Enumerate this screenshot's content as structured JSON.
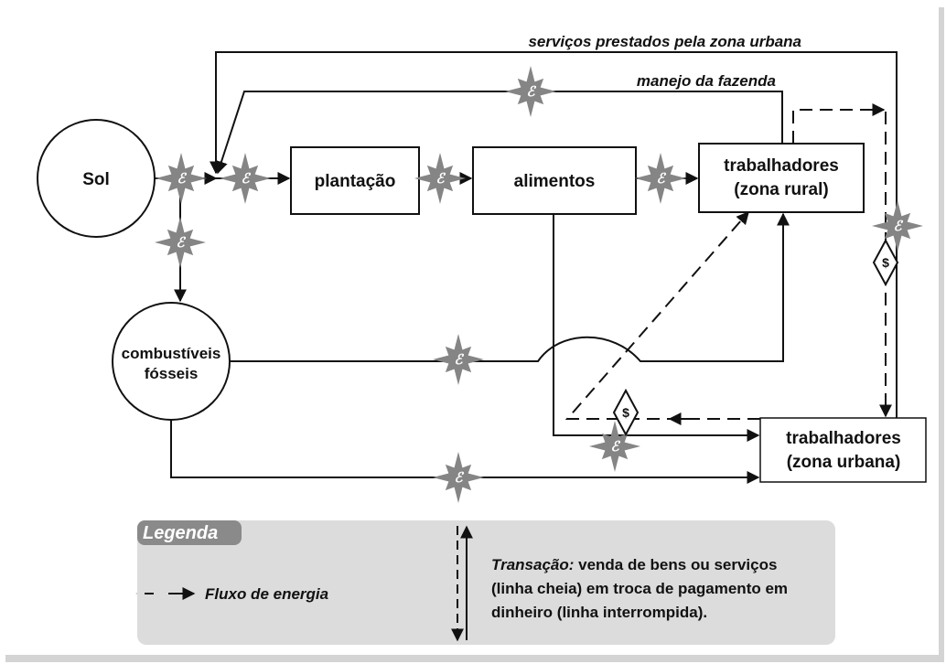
{
  "nodes": {
    "sol": "Sol",
    "combustiveis_line1": "combustíveis",
    "combustiveis_line2": "fósseis",
    "plantacao": "plantação",
    "alimentos": "alimentos",
    "trab_rural_line1": "trabalhadores",
    "trab_rural_line2": "(zona rural)",
    "trab_urbana_line1": "trabalhadores",
    "trab_urbana_line2": "(zona urbana)"
  },
  "flows": {
    "servicos_urbana": "serviços prestados pela zona urbana",
    "manejo_fazenda": "manejo da fazenda"
  },
  "symbols": {
    "energy": "ℰ",
    "money": "$"
  },
  "legend": {
    "title": "Legenda",
    "energy_flow": "Fluxo de energia",
    "transaction_term": "Transação:",
    "transaction_line1_rest": " venda de bens ou serviços",
    "transaction_line2": "(linha cheia) em troca de pagamento em",
    "transaction_line3": "dinheiro (linha interrompida)."
  },
  "colors": {
    "star": "#858585",
    "legend_bg": "#dcdcdc",
    "legend_title_bg": "#8a8a8a",
    "frame_shadow": "#c9c9c9",
    "line": "#111111"
  }
}
